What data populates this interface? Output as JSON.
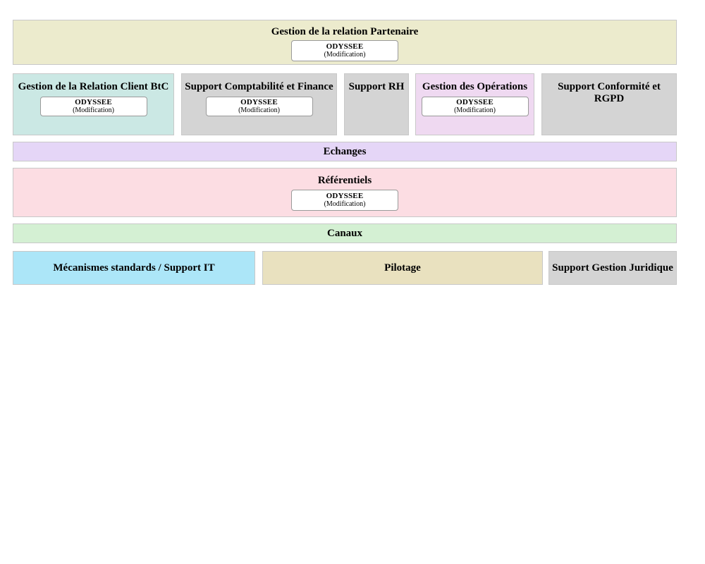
{
  "diagram": {
    "app_chip": {
      "name": "ODYSSEE",
      "state": "(Modification)"
    },
    "rows": {
      "partenaire": {
        "title": "Gestion de la relation Partenaire",
        "color": "#ecebcd",
        "app": {
          "name": "ODYSSEE",
          "state": "(Modification)"
        }
      },
      "domains": [
        {
          "title": "Gestion de la Relation Client BtC",
          "color": "#cbe8e4",
          "app": {
            "name": "ODYSSEE",
            "state": "(Modification)"
          }
        },
        {
          "title": "Support Comptabilité et Finance",
          "color": "#d4d4d4",
          "app": {
            "name": "ODYSSEE",
            "state": "(Modification)"
          }
        },
        {
          "title": "Support RH",
          "color": "#d4d4d4",
          "app": null
        },
        {
          "title": "Gestion des Opérations",
          "color": "#efd9f1",
          "app": {
            "name": "ODYSSEE",
            "state": "(Modification)"
          }
        },
        {
          "title": "Support Conformité et RGPD",
          "color": "#d4d4d4",
          "app": null
        }
      ],
      "echanges": {
        "title": "Echanges",
        "color": "#e5d6f7"
      },
      "referentiels": {
        "title": "Référentiels",
        "color": "#fcdde3",
        "app": {
          "name": "ODYSSEE",
          "state": "(Modification)"
        }
      },
      "canaux": {
        "title": "Canaux",
        "color": "#d4f0d3"
      },
      "support": [
        {
          "title": "Mécanismes standards / Support IT",
          "color": "#ace6f8"
        },
        {
          "title": "Pilotage",
          "color": "#e9e1bf"
        },
        {
          "title": "Support Gestion Juridique",
          "color": "#d4d4d4"
        }
      ]
    }
  }
}
